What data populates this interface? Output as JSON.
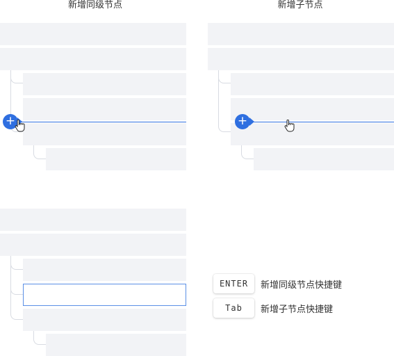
{
  "panels": {
    "sibling_title": "新增同级节点",
    "child_title": "新增子节点"
  },
  "add_icon": "plus-icon",
  "cursor_icon": "hand-pointer-icon",
  "shortcuts": [
    {
      "key": "ENTER",
      "description": "新增同级节点快捷键"
    },
    {
      "key": "Tab",
      "description": "新增子节点快捷键"
    }
  ],
  "colors": {
    "accent": "#2f6fe0",
    "row_background": "#f2f3f6",
    "selected_border": "#5a8fe6",
    "connector": "#d8dbe2"
  }
}
